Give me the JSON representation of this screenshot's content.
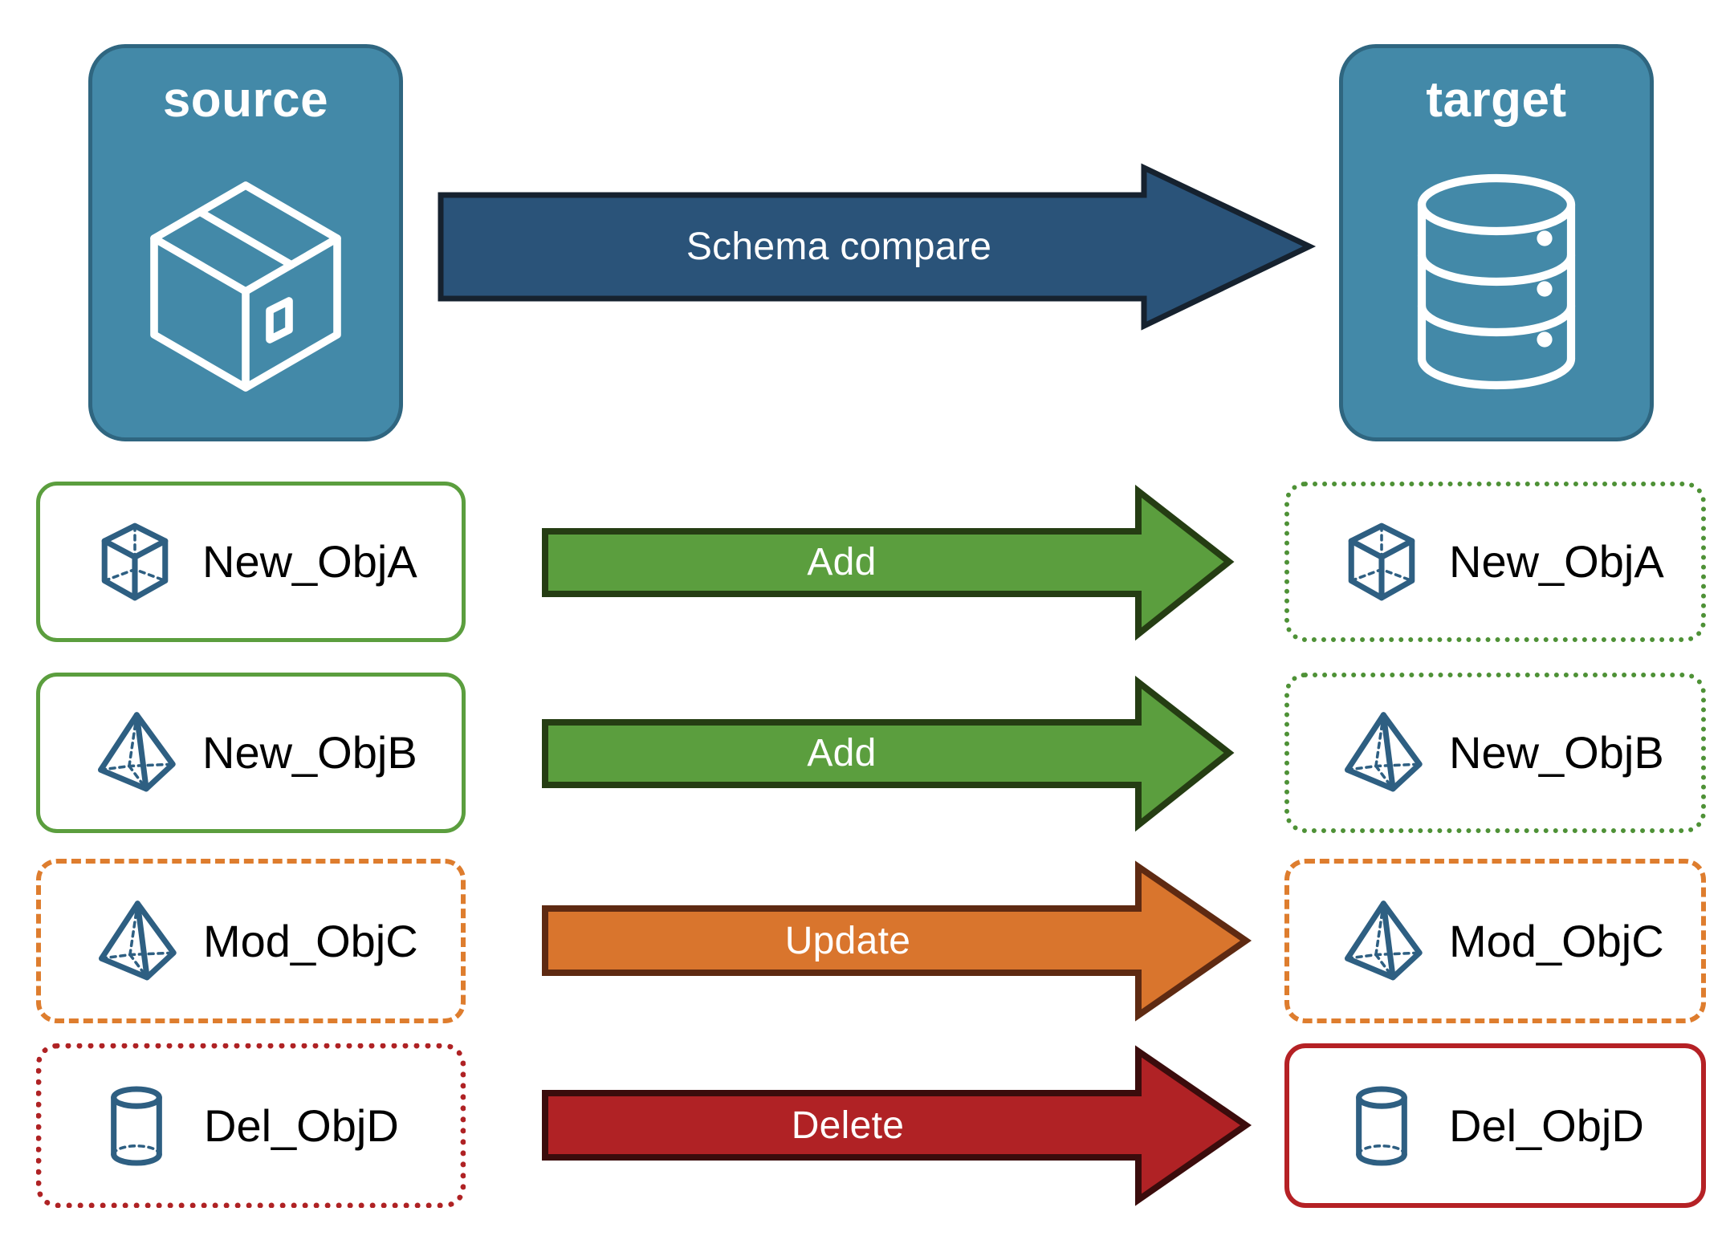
{
  "diagram": {
    "title_not_shown": "",
    "endpoints": [
      {
        "key": "source",
        "label": "source",
        "icon": "package-box-icon"
      },
      {
        "key": "target",
        "label": "target",
        "icon": "database-cylinder-icon"
      }
    ],
    "main_arrow": {
      "label": "Schema compare",
      "fill": "#2A5379",
      "stroke": "#16222F",
      "text_color": "#FFFFFF"
    },
    "rows": [
      {
        "action": "Add",
        "arrow_fill": "#5B9E3E",
        "arrow_stroke": "#253D13",
        "source": {
          "label": "New_ObjA",
          "icon": "wireframe-cube-icon",
          "border_style": "solid",
          "border_color": "#5B9E3E"
        },
        "target": {
          "label": "New_ObjA",
          "icon": "wireframe-cube-icon",
          "border_style": "dotted",
          "border_color": "#4E9136"
        }
      },
      {
        "action": "Add",
        "arrow_fill": "#5B9E3E",
        "arrow_stroke": "#253D13",
        "source": {
          "label": "New_ObjB",
          "icon": "wireframe-pyramid-icon",
          "border_style": "solid",
          "border_color": "#5B9E3E"
        },
        "target": {
          "label": "New_ObjB",
          "icon": "wireframe-pyramid-icon",
          "border_style": "dotted",
          "border_color": "#4E9136"
        }
      },
      {
        "action": "Update",
        "arrow_fill": "#D9752D",
        "arrow_stroke": "#5E2A12",
        "source": {
          "label": "Mod_ObjC",
          "icon": "wireframe-pyramid-icon",
          "border_style": "dashed",
          "border_color": "#DE7D2E"
        },
        "target": {
          "label": "Mod_ObjC",
          "icon": "wireframe-pyramid-icon",
          "border_style": "dashed",
          "border_color": "#DE7D2E"
        }
      },
      {
        "action": "Delete",
        "arrow_fill": "#B02225",
        "arrow_stroke": "#3B0C0C",
        "source": {
          "label": "Del_ObjD",
          "icon": "wireframe-cylinder-icon",
          "border_style": "dotted",
          "border_color": "#AF2224"
        },
        "target": {
          "label": "Del_ObjD",
          "icon": "wireframe-cylinder-icon",
          "border_style": "solid",
          "border_color": "#B52125"
        }
      }
    ],
    "colors": {
      "endpoint_fill": "#4389A8",
      "endpoint_stroke": "#2F6680",
      "icon_blue": "#2E5F82",
      "text_dark": "#000000",
      "text_light": "#FFFFFF",
      "background": "#FFFFFF"
    }
  }
}
